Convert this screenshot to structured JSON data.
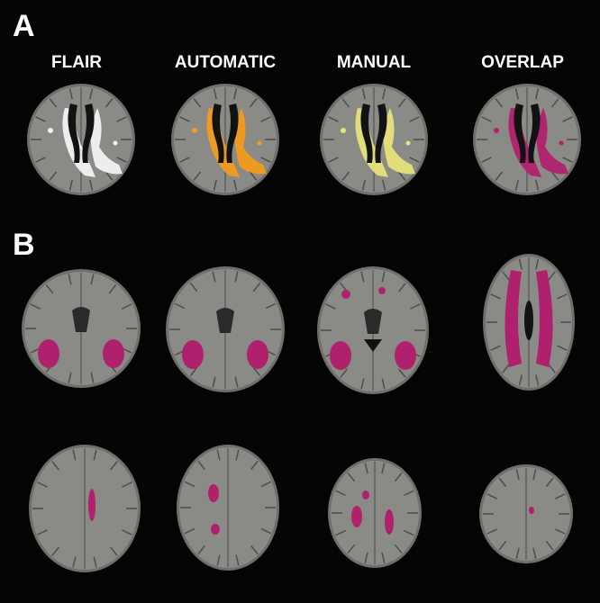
{
  "panels": {
    "a": "A",
    "b": "B"
  },
  "columns": [
    "FLAIR",
    "AUTOMATIC",
    "MANUAL",
    "OVERLAP"
  ],
  "colors": {
    "background": "#040404",
    "brain_tissue": "#8a8a86",
    "ventricle": "#121212",
    "lesion_flair": "#f2f2f2",
    "lesion_automatic": "#f29b1e",
    "lesion_manual": "#e6e27a",
    "lesion_overlap": "#b0216d"
  },
  "row_a": [
    "flair",
    "automatic",
    "manual",
    "overlap"
  ],
  "row_b1": [
    "overlap",
    "overlap",
    "overlap",
    "overlap"
  ],
  "row_b2": [
    "overlap",
    "overlap",
    "overlap",
    "overlap"
  ]
}
